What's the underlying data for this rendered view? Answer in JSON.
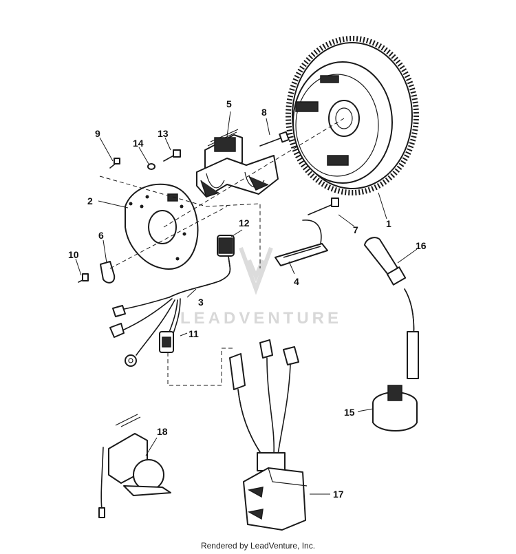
{
  "callouts": {
    "c1": "1",
    "c2": "2",
    "c3": "3",
    "c4": "4",
    "c5": "5",
    "c6": "6",
    "c7": "7",
    "c8": "8",
    "c9": "9",
    "c10": "10",
    "c11": "11",
    "c12": "12",
    "c13": "13",
    "c14": "14",
    "c15": "15",
    "c16": "16",
    "c17": "17",
    "c18": "18"
  },
  "watermark": "LEADVENTURE",
  "footer": "Rendered by LeadVenture, Inc."
}
